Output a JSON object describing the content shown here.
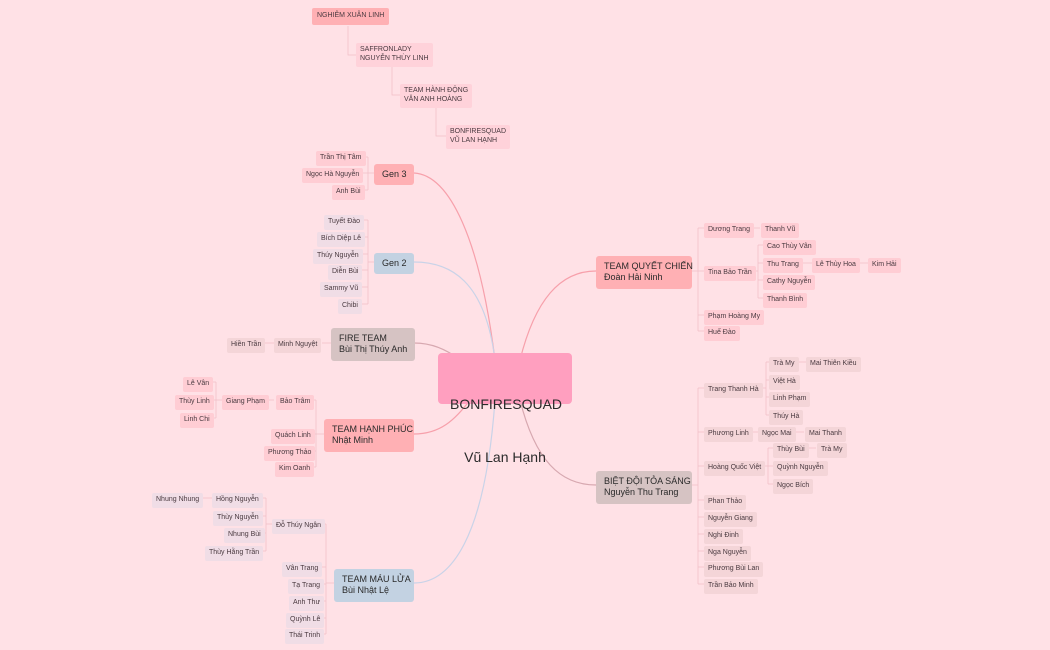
{
  "center": {
    "line1": "BONFIRESQUAD",
    "line2": "Vũ Lan Hạnh"
  },
  "top_chain": [
    "NGHIÊM XUÂN LINH",
    "SAFFRONLADY\nNGUYỄN THÙY LINH",
    "TEAM HÀNH ĐỘNG\nVĂN ANH HOÀNG",
    "BONFIRESQUAD\nVŨ LAN HẠNH"
  ],
  "gen3": {
    "label": "Gen 3",
    "members": [
      "Trần Thị Tâm",
      "Ngọc Hà Nguyễn",
      "Anh Bùi"
    ]
  },
  "gen2": {
    "label": "Gen 2",
    "members": [
      "Tuyết Đào",
      "Bích Diệp Lê",
      "Thúy Nguyễn",
      "Diễn Bùi",
      "Sammy Vũ",
      "Chibi"
    ]
  },
  "fire_team": {
    "label": "FIRE TEAM\nBùi Thị Thúy Anh",
    "member": "Minh Nguyệt",
    "sub": "Hiền Trần"
  },
  "hanh_phuc": {
    "label": "TEAM HẠNH PHÚC\nNhật Minh",
    "bao_tram": "Bảo Trâm",
    "giang_pham": "Giang Phạm",
    "giang_children": [
      "Lê Vân",
      "Thùy Linh",
      "Linh Chi"
    ],
    "others": [
      "Quách Linh",
      "Phương Thảo",
      "Kim Oanh"
    ]
  },
  "mau_lua": {
    "label": "TEAM MÁU LỬA\nBùi Nhật Lệ",
    "do_thuy_ngan": "Đỗ Thúy Ngân",
    "dtn_children": [
      "Hồng Nguyễn",
      "Thùy Nguyễn",
      "Nhung Bùi",
      "Thùy Hằng Trần"
    ],
    "hong_child": "Nhung Nhung",
    "others": [
      "Vân Trang",
      "Tạ Trang",
      "Anh Thư",
      "Quỳnh Lê",
      "Thái Trinh"
    ]
  },
  "quyet_chien": {
    "label": "TEAM QUYẾT CHIẾN\nĐoàn Hải Ninh",
    "duong_trang": "Dương Trang",
    "thanh_vu": "Thanh Vũ",
    "tina": "Tina Bảo Trần",
    "tina_children": [
      "Cao Thùy Vân",
      "Thu Trang",
      "Cathy Nguyễn",
      "Thanh Bình"
    ],
    "le_thuy_hoa": "Lê Thùy Hoa",
    "kim_hai": "Kim Hải",
    "others": [
      "Phạm Hoàng My",
      "Huế Đào"
    ]
  },
  "toa_sang": {
    "label": "BIỆT ĐỘI TỎA SÁNG\nNguyễn Thu Trang",
    "trang_thanh_ha": "Trang Thanh Hà",
    "tth_children": [
      "Trà My",
      "Việt Hà",
      "Linh Phạm",
      "Thúy Hà"
    ],
    "mai_thien_kieu": "Mai Thiên Kiều",
    "phuong_linh": "Phương Linh",
    "ngoc_mai": "Ngọc Mai",
    "mai_thanh": "Mai Thanh",
    "hoang_quoc_viet": "Hoàng Quốc Việt",
    "hqv_children": [
      "Thùy Bùi",
      "Quỳnh Nguyễn",
      "Ngọc Bích"
    ],
    "tra_my2": "Trà My",
    "others": [
      "Phan Thảo",
      "Nguyễn Giang",
      "Nghi Đinh",
      "Nga Nguyễn",
      "Phương Bùi Lan",
      "Trần Bảo Minh"
    ]
  },
  "colors": {
    "bg": "#ffe1e6",
    "center": "#ff9fbf",
    "pink_branch": "#ffb0b4",
    "blue_branch": "#c3d2e2",
    "gray_branch": "#d6c3c3",
    "pink_leaf": "#ffcdd4",
    "blue_leaf": "#f0dde6",
    "pink_line": "#f7a0ab",
    "blue_line": "#c9d3e8",
    "gray_line": "#d7a8b0"
  }
}
